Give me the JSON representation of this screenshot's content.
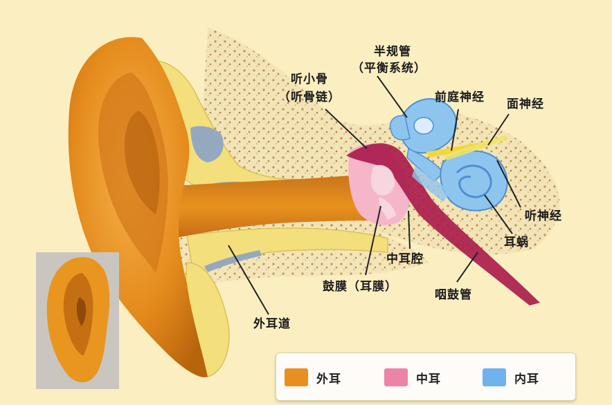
{
  "labels": {
    "semicircular_canals": "半规管",
    "balance_system": "（平衡系统）",
    "ossicles": "听小骨",
    "ossicular_chain": "（听骨链）",
    "vestibular_nerve": "前庭神经",
    "facial_nerve": "面神经",
    "auditory_nerve": "听神经",
    "cochlea": "耳蜗",
    "middle_ear_cavity": "中耳腔",
    "eardrum": "鼓膜（耳膜）",
    "eustachian_tube": "咽鼓管",
    "ear_canal": "外耳道"
  },
  "legend": [
    {
      "label": "外耳",
      "color": "#e8901f"
    },
    {
      "label": "中耳",
      "color": "#ec84a8"
    },
    {
      "label": "内耳",
      "color": "#6fb2ec"
    }
  ],
  "colors": {
    "background": "#fbefc2",
    "outer_ear": "#e8901f",
    "middle_ear": "#ec84a8",
    "inner_ear": "#6fb2ec",
    "bone": "#f3e07c",
    "tube": "#a8184a"
  }
}
